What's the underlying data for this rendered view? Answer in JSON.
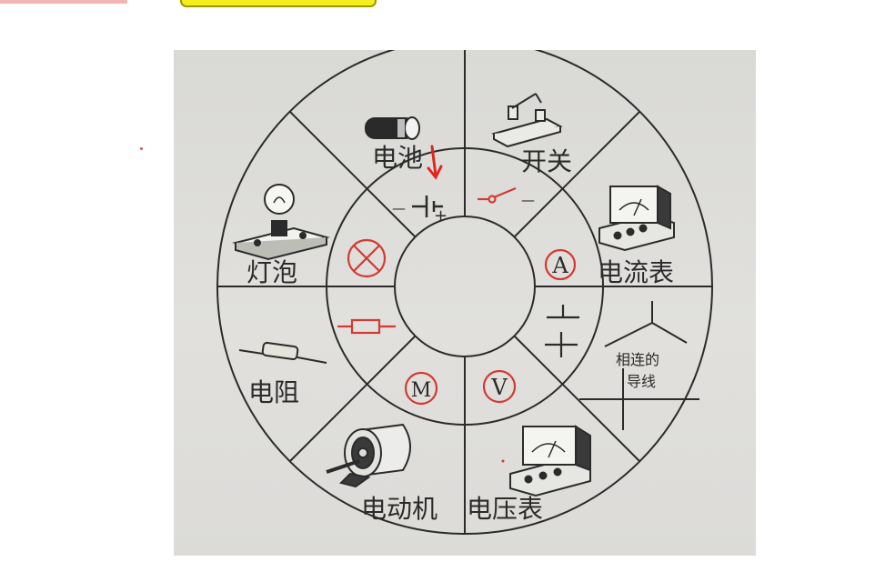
{
  "diagram": {
    "outer_labels": {
      "battery": "电池",
      "switch": "开关",
      "ammeter": "电流表",
      "connected_wire_line1": "相连的",
      "connected_wire_line2": "导线",
      "voltmeter": "电压表",
      "motor": "电动机",
      "resistor": "电阻",
      "bulb": "灯泡"
    },
    "symbol_letters": {
      "ammeter": "A",
      "voltmeter": "V",
      "motor": "M"
    },
    "battery_symbol": {
      "minus": "—",
      "plus": "+"
    },
    "switch_symbol_minus": "—",
    "colors": {
      "ink": "#2b2b2b",
      "red_symbol": "#d23a32",
      "photo_bg": "#dcdbd8"
    }
  }
}
